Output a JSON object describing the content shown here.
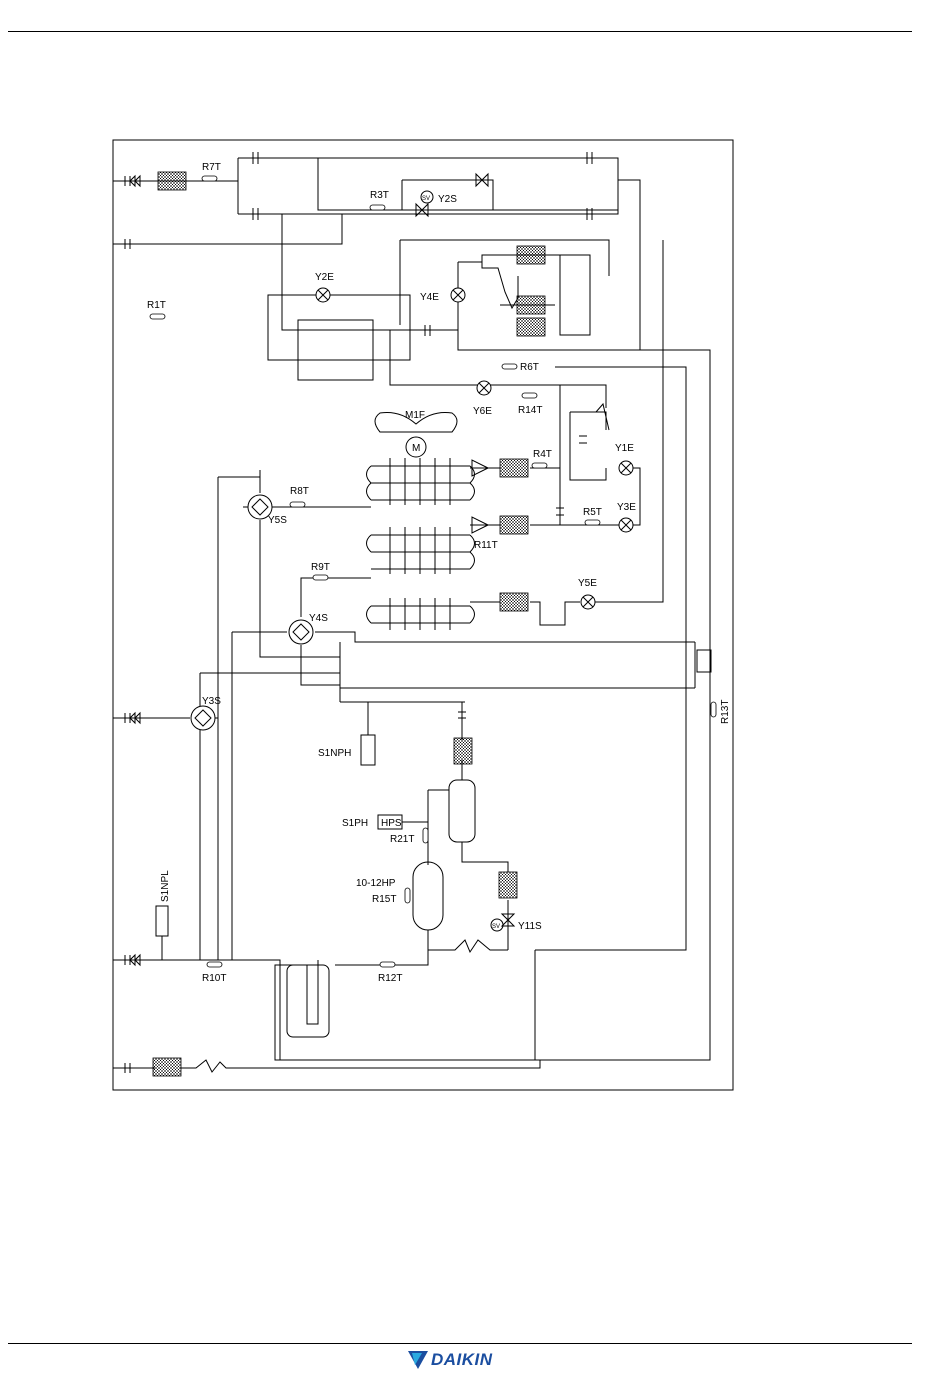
{
  "brand": {
    "name": "DAIKIN",
    "color": "#1b4ea0",
    "accent": "#2aa9e0"
  },
  "diagram": {
    "labels": {
      "r7t": "R7T",
      "r3t": "R3T",
      "y2s": "Y2S",
      "r1t": "R1T",
      "y2e": "Y2E",
      "y4e": "Y4E",
      "r6t": "R6T",
      "y6e": "Y6E",
      "r14t": "R14T",
      "m1f": "M1F",
      "motor": "M",
      "r4t": "R4T",
      "y1e": "Y1E",
      "r8t": "R8T",
      "y5s": "Y5S",
      "r5t": "R5T",
      "y3e": "Y3E",
      "r11t": "R11T",
      "r9t": "R9T",
      "y5e": "Y5E",
      "y4s": "Y4S",
      "y3s": "Y3S",
      "s1nph": "S1NPH",
      "r13t": "R13T",
      "s1ph": "S1PH",
      "hps": "HPS",
      "r21t": "R21T",
      "hp": "10-12HP",
      "r15t": "R15T",
      "s1npl": "S1NPL",
      "y11s": "Y11S",
      "r10t": "R10T",
      "r12t": "R12T",
      "sv": "SV"
    }
  }
}
